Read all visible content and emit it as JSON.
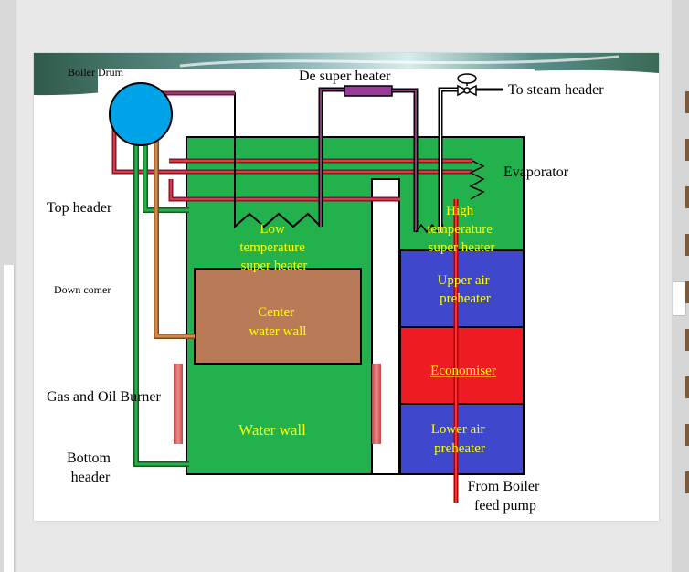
{
  "diagram": {
    "labels": {
      "boiler_drum": "Boiler Drum",
      "de_super_heater": "De super heater",
      "to_steam_header": "To steam header",
      "evaporator": "Evaporator",
      "top_header": "Top header",
      "down_comer": "Down comer",
      "gas_oil_burner": "Gas and Oil Burner",
      "bottom_header_1": "Bottom",
      "bottom_header_2": "header",
      "from_feed_1": "From Boiler",
      "from_feed_2": "feed pump"
    },
    "components": {
      "lt_super_heater": [
        "Low",
        "temperature",
        "super heater"
      ],
      "ht_super_heater": [
        "High",
        "temperature",
        "super heater"
      ],
      "center_water_wall": [
        "Center",
        "water wall"
      ],
      "water_wall": "Water wall",
      "upper_air_preheater": [
        "Upper air",
        "preheater"
      ],
      "economiser": "Economiser",
      "lower_air_preheater": [
        "Lower air",
        "preheater"
      ]
    },
    "colors": {
      "furnace_green": "#22b14c",
      "air_preheater_blue": "#3f48cc",
      "economiser_red": "#ed1c24",
      "center_wall_brown": "#b97a57",
      "drum_blue": "#00a2e8",
      "burner_pink": "#e07070",
      "inner_label_yellow": "#ffff00",
      "pipe_maroon": "#7a1a3a",
      "pipe_purple": "#8b3a7a"
    }
  }
}
